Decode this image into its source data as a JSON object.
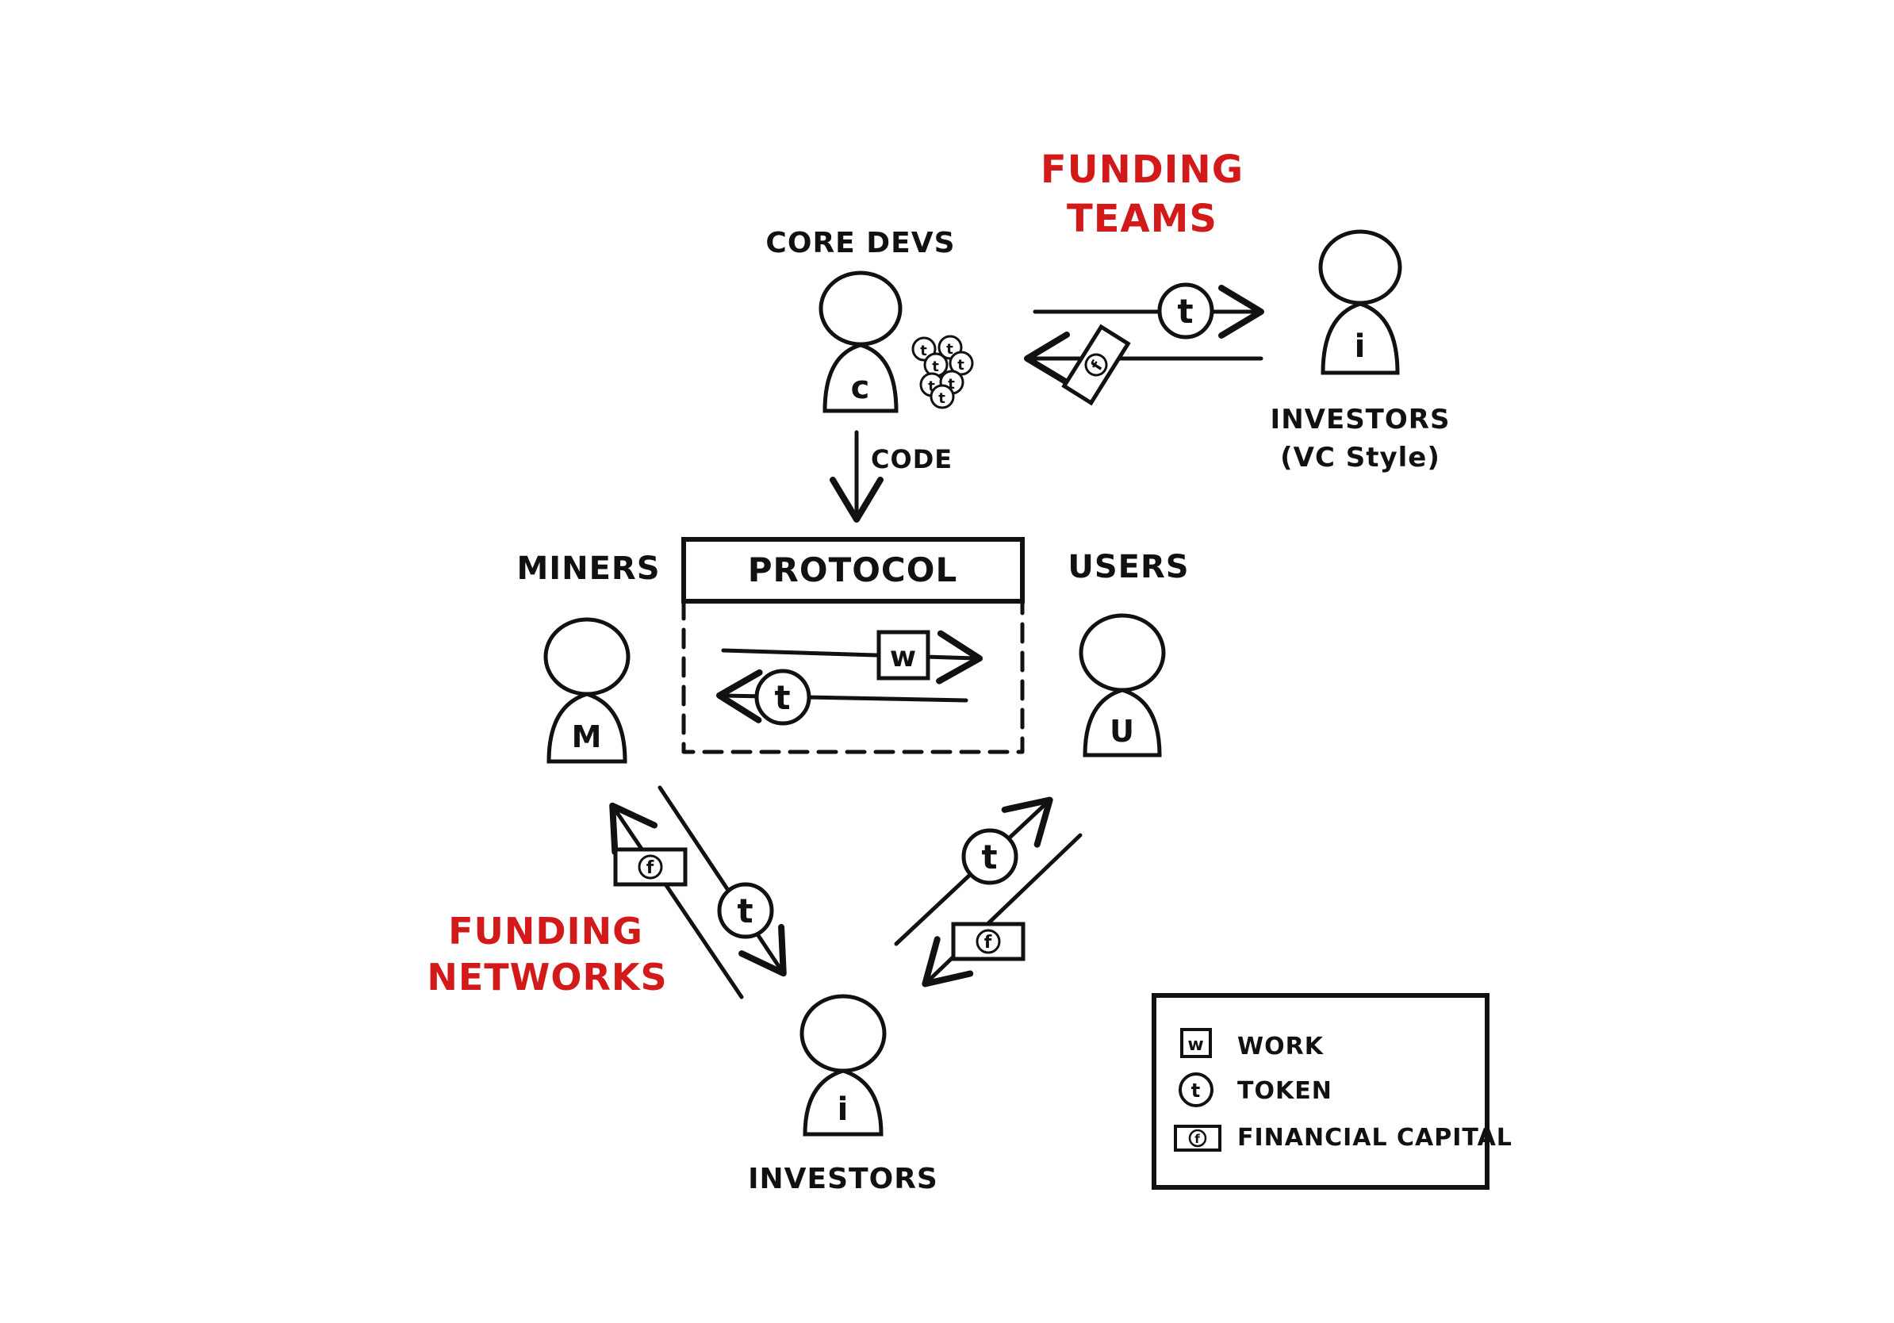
{
  "labels": {
    "funding_teams_line1": "FUNDING",
    "funding_teams_line2": "TEAMS",
    "core_devs": "CORE DEVS",
    "investors_vc_line1": "INVESTORS",
    "investors_vc_line2": "(VC Style)",
    "code": "CODE",
    "protocol": "PROTOCOL",
    "miners": "MINERS",
    "users": "USERS",
    "funding_networks_line1": "FUNDING",
    "funding_networks_line2": "NETWORKS",
    "investors": "INVESTORS"
  },
  "figure_letters": {
    "core_dev": "c",
    "investor_vc": "i",
    "miner": "M",
    "user": "U",
    "investor": "i"
  },
  "symbols": {
    "work": "w",
    "token": "t",
    "financial": "f"
  },
  "legend": {
    "items": [
      {
        "symbol": "w",
        "label": "WORK"
      },
      {
        "symbol": "t",
        "label": "TOKEN"
      },
      {
        "symbol": "f",
        "label": "FINANCIAL CAPITAL"
      }
    ]
  },
  "colors": {
    "accent_red": "#d21a1a",
    "ink": "#111111",
    "background": "#ffffff"
  }
}
